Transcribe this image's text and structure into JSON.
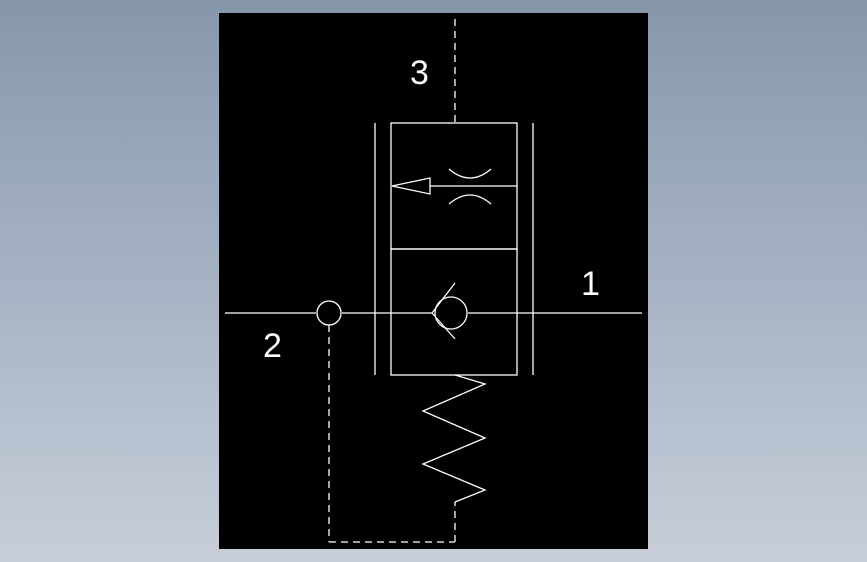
{
  "diagram": {
    "type": "hydraulic-valve-schematic",
    "background_color": "#000000",
    "line_color": "#ffffff",
    "ports": {
      "port_1": "1",
      "port_2": "2",
      "port_3": "3"
    }
  }
}
